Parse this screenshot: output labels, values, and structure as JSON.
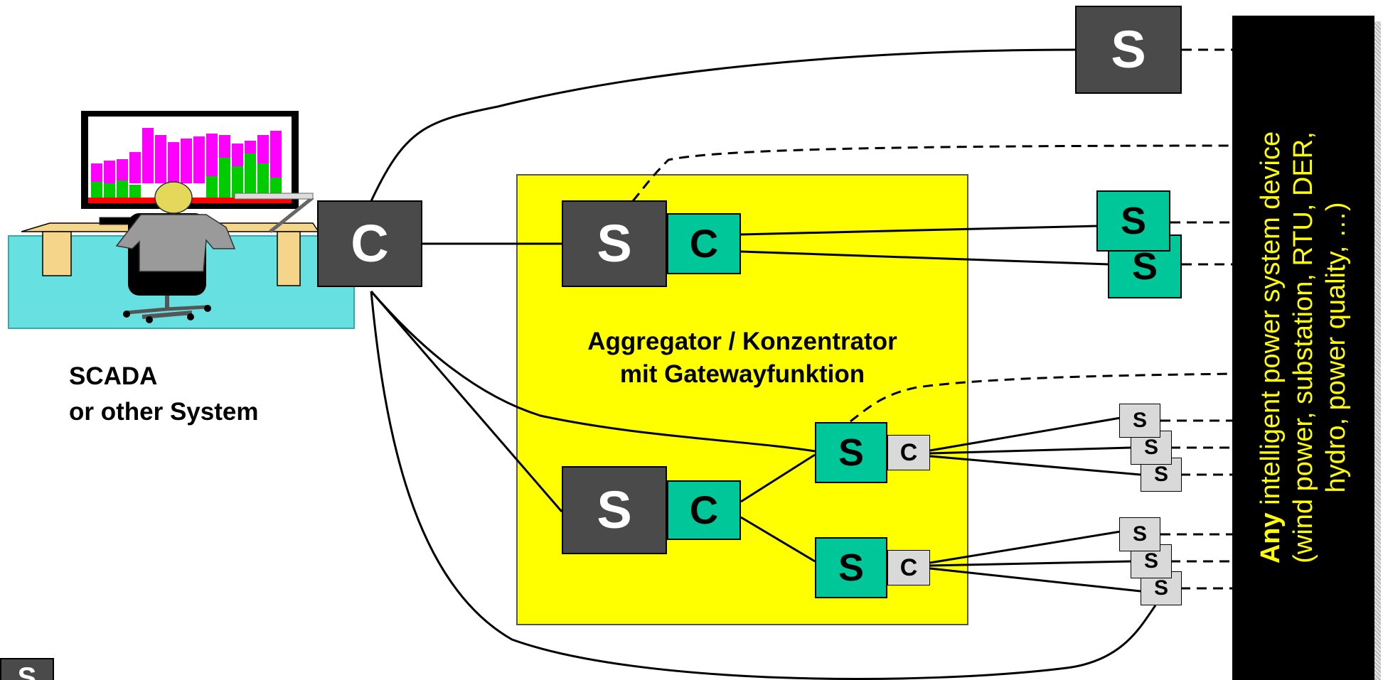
{
  "scada_label": [
    "SCADA",
    "or other System"
  ],
  "aggregator_label": [
    "Aggregator / Konzentrator",
    "mit Gatewayfunktion"
  ],
  "device_banner": {
    "emphasis": "Any",
    "line1_rest": " intelligent power system device",
    "line2": "(wind power, substation, RTU, DER,",
    "line3": "hydro, power quality, …)"
  },
  "boxes": {
    "server": "S",
    "client": "C"
  },
  "legend_server": "S",
  "colors": {
    "server_dark": "#4a4a4a",
    "green_device": "#00c79a",
    "light_device": "#d9d9d9",
    "aggregator_area": "#ffff00",
    "banner_background": "#000000",
    "banner_text": "#ffff00",
    "monitor_room": "#66e0e0"
  }
}
